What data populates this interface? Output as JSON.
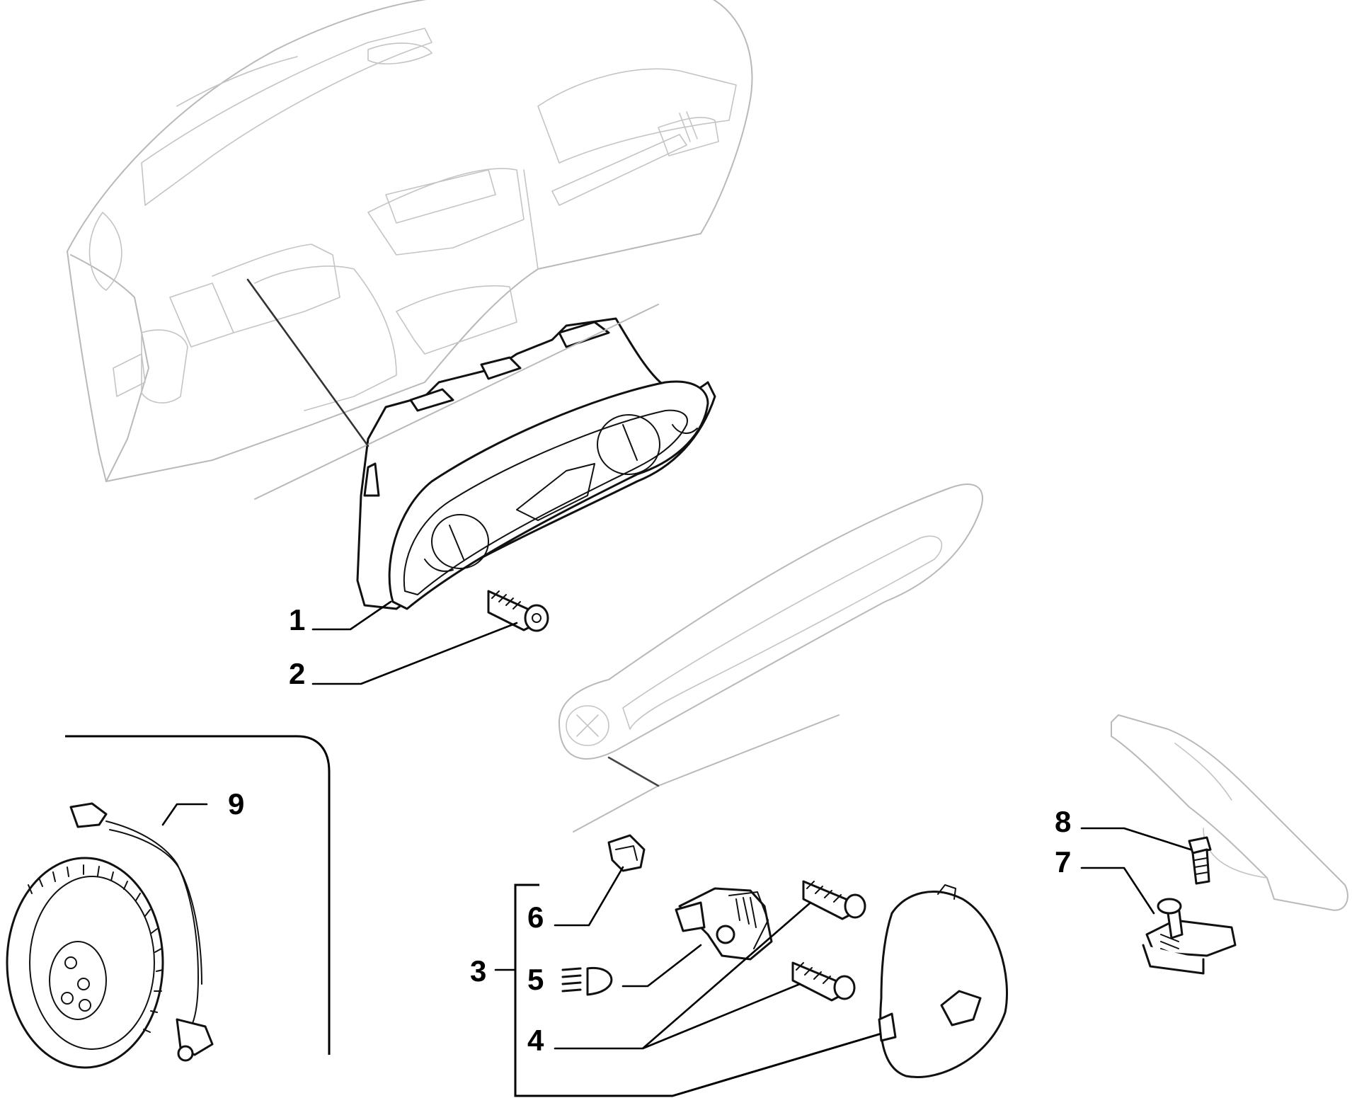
{
  "callouts": [
    {
      "id": "1",
      "label": "1"
    },
    {
      "id": "2",
      "label": "2"
    },
    {
      "id": "3",
      "label": "3"
    },
    {
      "id": "4",
      "label": "4"
    },
    {
      "id": "5",
      "label": "5"
    },
    {
      "id": "6",
      "label": "6"
    },
    {
      "id": "7",
      "label": "7"
    },
    {
      "id": "8",
      "label": "8"
    },
    {
      "id": "9",
      "label": "9"
    }
  ],
  "icons": {
    "headlamp": "headlamp-icon"
  },
  "colors": {
    "line": "#000000",
    "ghost": "#b9b9b9",
    "background": "#ffffff"
  }
}
